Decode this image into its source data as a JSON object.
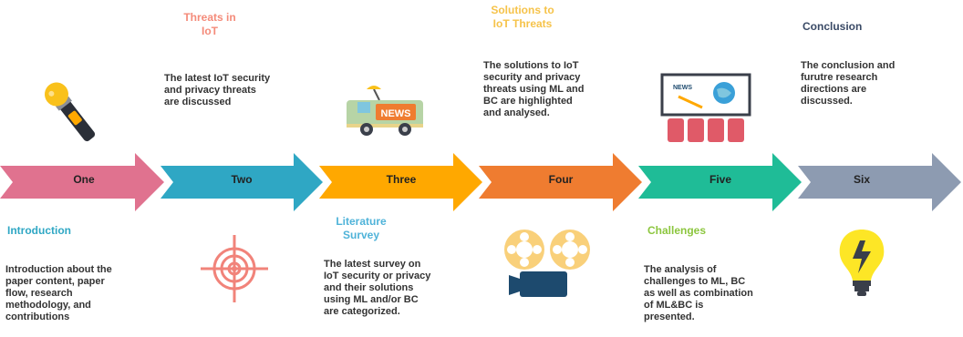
{
  "colors": {
    "one": "#e0728f",
    "two": "#2fa7c4",
    "three": "#ffa800",
    "four": "#ef7c30",
    "five": "#1fbc97",
    "six": "#8d9bb1"
  },
  "steps": [
    {
      "label": "One",
      "title": "Introduction",
      "title_color": "#2fa7c4",
      "text": "Introduction about the\npaper content, paper\nflow, research\nmethodology, and\ncontributions",
      "icon": "microphone-icon"
    },
    {
      "label": "Two",
      "title": "Threats in\nIoT",
      "title_color": "#f48b7a",
      "text": "The latest IoT security\nand privacy threats\nare discussed",
      "icon": "target-icon"
    },
    {
      "label": "Three",
      "title": "Literature\nSurvey",
      "title_color": "#4fb3d9",
      "text": "The latest survey on\nIoT security or privacy\nand their solutions\nusing ML and/or BC\nare categorized.",
      "icon": "news-van-icon"
    },
    {
      "label": "Four",
      "title": "Solutions to\nIoT Threats",
      "title_color": "#f6c34a",
      "text": "The solutions to IoT\nsecurity and privacy\nthreats using ML and\nBC are highlighted\nand analysed.",
      "icon": "film-camera-icon"
    },
    {
      "label": "Five",
      "title": "Challenges",
      "title_color": "#8cc63e",
      "text": "The analysis of\nchallenges to ML, BC\nas well as combination\nof ML&BC is\npresented.",
      "icon": "presentation-screen-icon"
    },
    {
      "label": "Six",
      "title": "Conclusion",
      "title_color": "#3a4a66",
      "text": "The conclusion and\nfurutre research\ndirections are\ndiscussed.",
      "icon": "lightbulb-icon"
    }
  ],
  "icon_text": {
    "news": "NEWS"
  }
}
